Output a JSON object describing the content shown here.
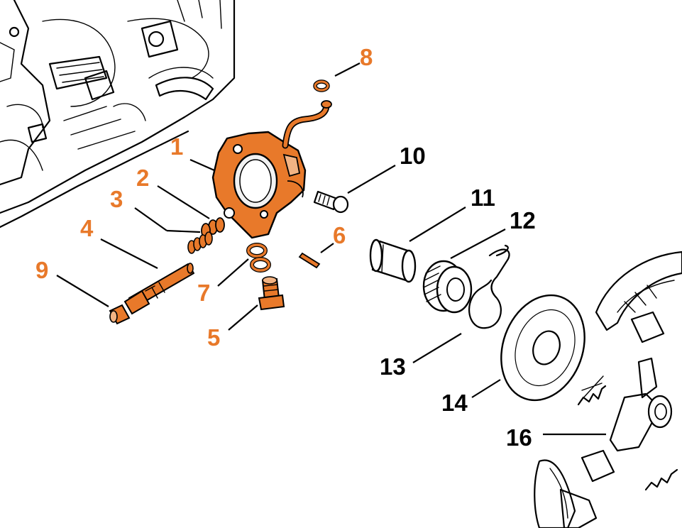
{
  "colors": {
    "highlight": "#E8792A",
    "label_highlight": "#E8792A",
    "label_normal": "#000000",
    "line": "#000000"
  },
  "callouts": {
    "c1": "1",
    "c2": "2",
    "c3": "3",
    "c4": "4",
    "c5": "5",
    "c6": "6",
    "c7": "7",
    "c8": "8",
    "c9": "9",
    "c10": "10",
    "c11": "11",
    "c12": "12",
    "c13": "13",
    "c14": "14",
    "c16": "16"
  }
}
